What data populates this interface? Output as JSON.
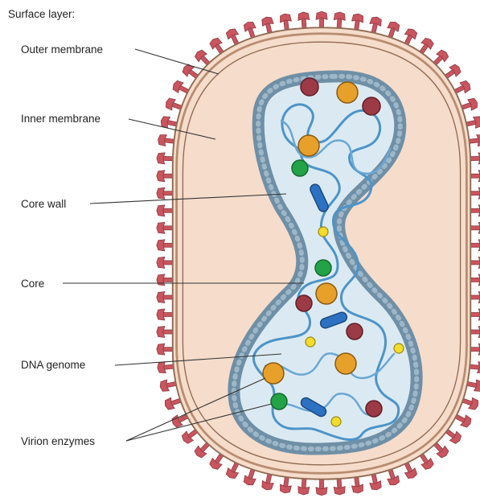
{
  "labels": {
    "surface_layer": "Surface layer:",
    "outer_membrane": "Outer membrane",
    "inner_membrane": "Inner membrane",
    "core_wall": "Core wall",
    "core": "Core",
    "dna_genome": "DNA genome",
    "virion_enzymes": "Virion enzymes"
  },
  "colors": {
    "spike": "#c9555f",
    "spike_outline": "#8e3a42",
    "outer_membrane": "#c8a28a",
    "interior": "#f6dccb",
    "core_wall": "#6f8fa6",
    "core_fill": "#dbeaf2",
    "dna": "#4d94c8",
    "enzyme_orange": "#e7a02a",
    "enzyme_maroon": "#9c3a45",
    "enzyme_green": "#22a348",
    "enzyme_yellow": "#f3dc2a",
    "enzyme_blue": "#2d72c2"
  }
}
